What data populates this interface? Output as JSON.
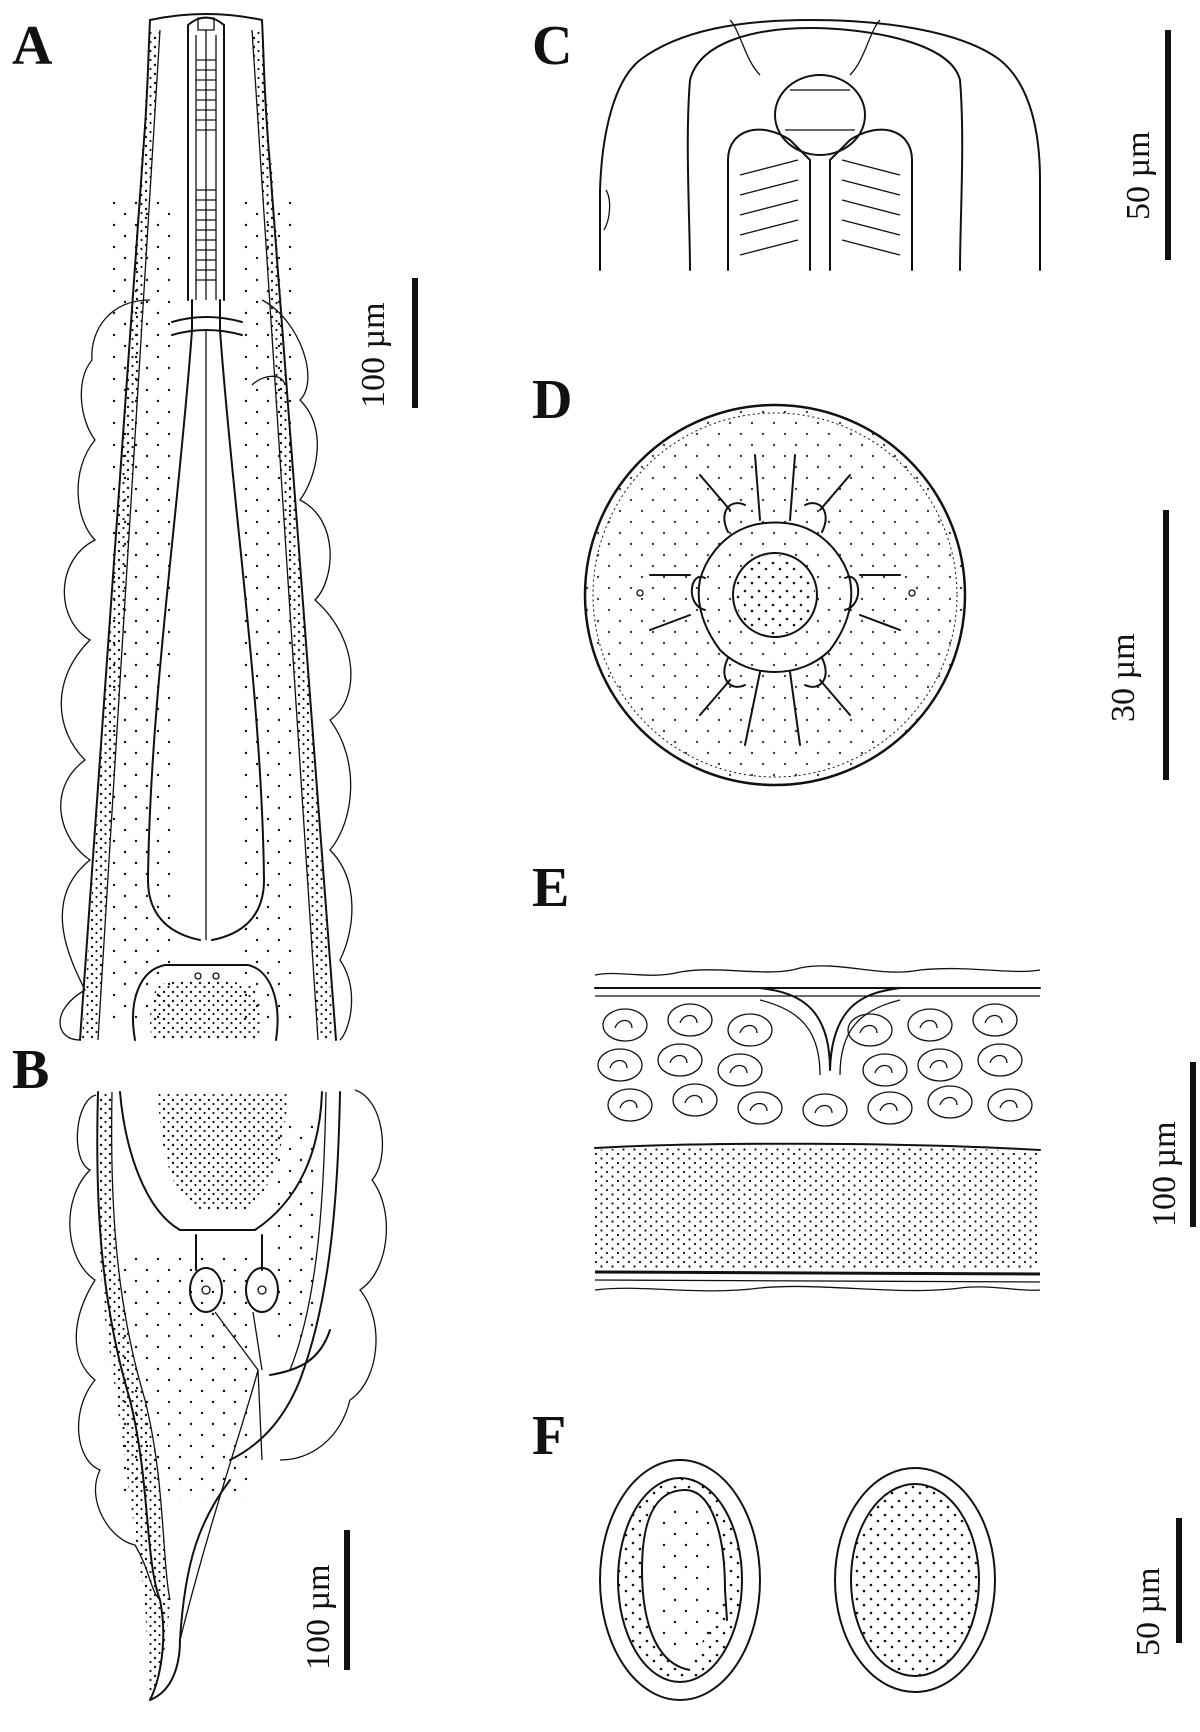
{
  "figure": {
    "panels": [
      {
        "id": "A",
        "label": "A",
        "scale_label": "100 µm"
      },
      {
        "id": "B",
        "label": "B",
        "scale_label": "100 µm"
      },
      {
        "id": "C",
        "label": "C",
        "scale_label": "50 µm"
      },
      {
        "id": "D",
        "label": "D",
        "scale_label": "30 µm"
      },
      {
        "id": "E",
        "label": "E",
        "scale_label": "100 µm"
      },
      {
        "id": "F",
        "label": "F",
        "scale_label": "50 µm"
      }
    ]
  },
  "style": {
    "ink": "#111111",
    "background": "#ffffff"
  }
}
